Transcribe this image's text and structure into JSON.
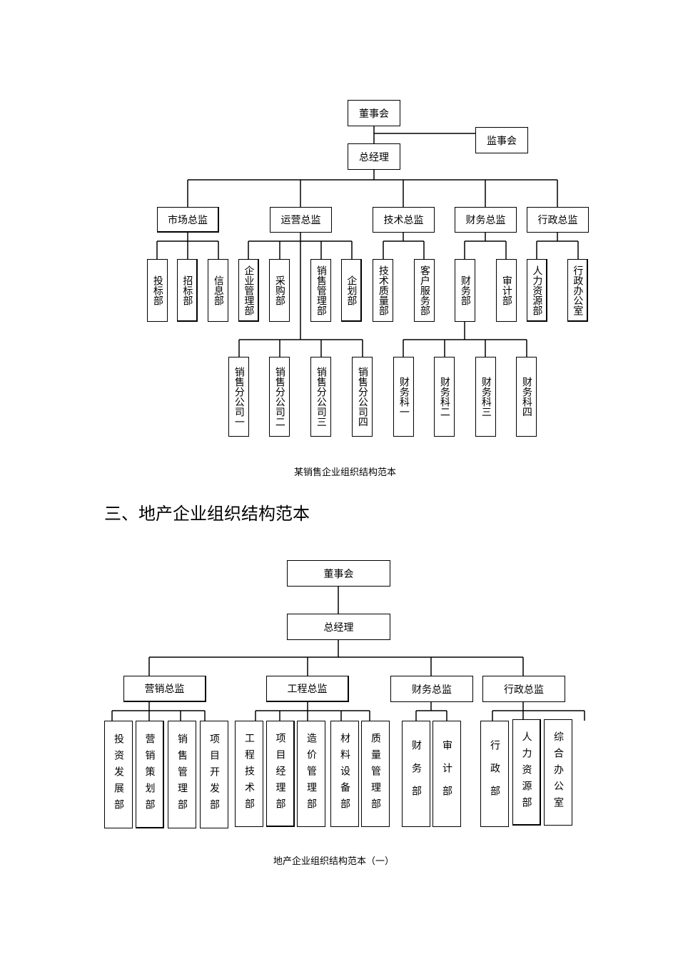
{
  "chart1": {
    "board": "董事会",
    "supervisors": "监事会",
    "gm": "总经理",
    "directors": [
      "市场总监",
      "运营总监",
      "技术总监",
      "财务总监",
      "行政总监"
    ],
    "market_depts": [
      "投标部",
      "招标部",
      "信息部"
    ],
    "ops_depts": [
      "企业管理部",
      "采购部",
      "销售管理部",
      "企划部"
    ],
    "tech_depts": [
      "技术质量部",
      "客户服务部"
    ],
    "finance_depts": [
      "财务部",
      "审计部"
    ],
    "admin_depts": [
      "人力资源部",
      "行政办公室"
    ],
    "sales_branches": [
      "销售分公司一",
      "销售分公司二",
      "销售分公司三",
      "销售分公司四"
    ],
    "finance_sections": [
      "财务科一",
      "财务科二",
      "财务科三",
      "财务科四"
    ],
    "caption": "某销售企业组织结构范本"
  },
  "section_heading": "三、地产企业组织结构范本",
  "chart2": {
    "board": "董事会",
    "gm": "总经理",
    "directors": [
      "营销总监",
      "工程总监",
      "财务总监",
      "行政总监"
    ],
    "marketing_depts": [
      "投资发展部",
      "营销策划部",
      "销售管理部",
      "项目开发部"
    ],
    "engineering_depts": [
      "工程技术部",
      "项目经理部",
      "造价管理部",
      "材料设备部",
      "质量管理部"
    ],
    "finance_depts": [
      "财务部",
      "审计部"
    ],
    "admin_depts": [
      "行政部",
      "人力资源部",
      "综合办公室"
    ],
    "caption": "地产企业组织结构范本（一）"
  }
}
